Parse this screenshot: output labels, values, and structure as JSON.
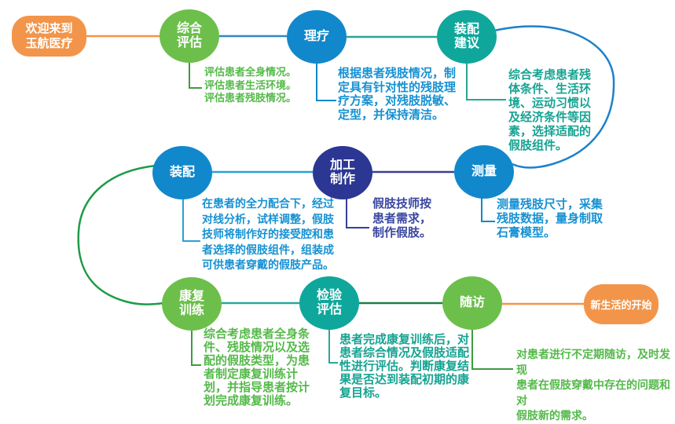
{
  "title": "假肢装配服务流程图",
  "palette": {
    "orange": "#F2954A",
    "green": "#6CBF4B",
    "blue": "#1188CB",
    "teal": "#0FA79B",
    "indigo": "#2B3792",
    "line_blue": "#2F87C6",
    "line_teal": "#2AA593",
    "line_light_blue": "#2AA0DD",
    "line_indigo": "#3A3F99",
    "curve_blue": "#1E81C9",
    "curve_green": "#1E9B47",
    "line_dark_green": "#1E7D46",
    "desc_green": "#54B949",
    "desc_blue": "#1691D2",
    "desc_teal": "#16A392",
    "desc_indigo": "#3A47A0"
  },
  "start": {
    "label": "欢迎来到\n玉航医疗"
  },
  "end": {
    "label": "新生活的开始"
  },
  "nodes": [
    {
      "id": "assess",
      "label": "综合\n评估",
      "desc": "评估患者全身情况。\n评估患者生活环境。\n评估患者残肢情况。"
    },
    {
      "id": "physio",
      "label": "理疗",
      "desc": "根据患者残肢情况，制\n定具有针对性的残肢理\n疗方案，对残肢脱敏、\n定型，并保持清洁。"
    },
    {
      "id": "advice",
      "label": "装配\n建议",
      "desc": "综合考虑患者残\n体条件、生活环\n境、运动习惯以\n及经济条件等因\n素，选择适配的\n假肢组件。"
    },
    {
      "id": "measure",
      "label": "测量",
      "desc": "测量残肢尺寸，采集\n残肢数据，量身制取\n石膏模型。"
    },
    {
      "id": "fabricate",
      "label": "加工\n制作",
      "desc": "假肢技师按\n患者需求，\n制作假肢。"
    },
    {
      "id": "fit",
      "label": "装配",
      "desc": "在患者的全力配合下，经过\n对线分析，试样调整，假肢\n技师将制作好的接受腔和患\n者选择的假肢组件，组装成\n可供患者穿戴的假肢产品。"
    },
    {
      "id": "rehab",
      "label": "康复\n训练",
      "desc": "综合考虑患者全身条\n件、残肢情况以及选\n配的假肢类型，为患\n者制定康复训练计\n划，并指导患者按计\n划完成康复训练。"
    },
    {
      "id": "review",
      "label": "检验\n评估",
      "desc": "患者完成康复训练后，对\n患者综合情况及假肢适配\n性进行评估。判断康复结\n果是否达到装配初期的康\n复目标。"
    },
    {
      "id": "followup",
      "label": "随访",
      "desc": "对患者进行不定期随访，及时发现\n患者在假肢穿戴中存在的问题和对\n假肢新的需求。"
    }
  ],
  "flow_order": [
    "欢迎来到玉航医疗",
    "综合评估",
    "理疗",
    "装配建议",
    "测量",
    "加工制作",
    "装配",
    "康复训练",
    "检验评估",
    "随访",
    "新生活的开始"
  ]
}
